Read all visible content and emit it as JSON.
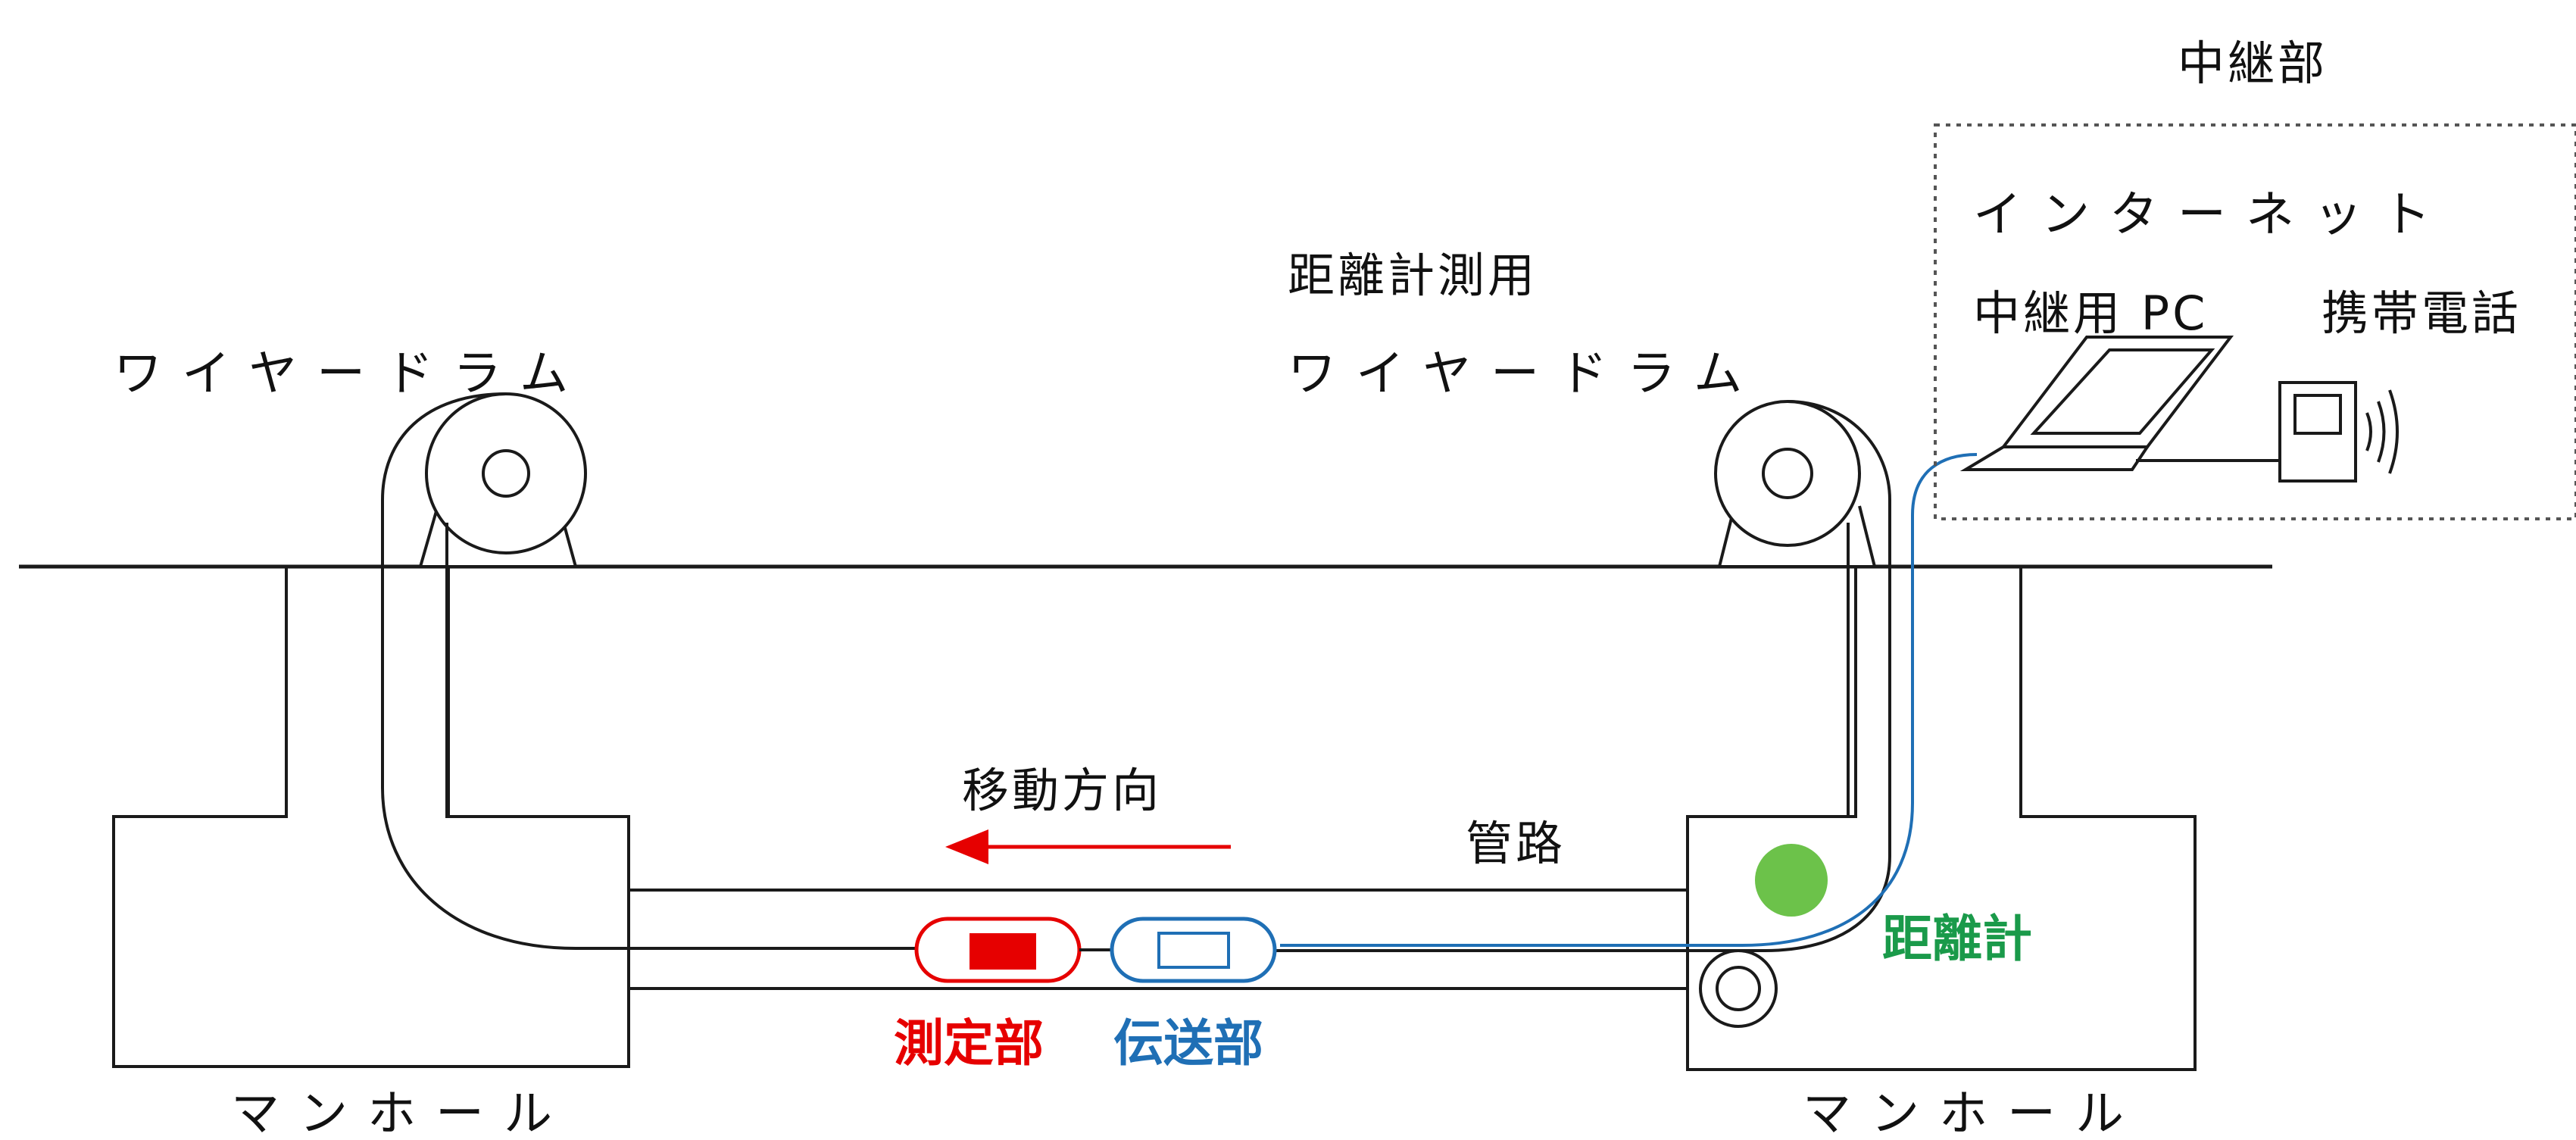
{
  "labels": {
    "wire_drum_left": "ワイヤードラム",
    "distance_drum_line1": "距離計測用",
    "distance_drum_line2": "ワイヤードラム",
    "relay_section": "中継部",
    "internet": "インターネット",
    "relay_pc": "中継用 PC",
    "mobile_phone": "携帯電話",
    "movement_direction": "移動方向",
    "conduit": "管路",
    "distance_meter": "距離計",
    "measurement_unit": "測定部",
    "transmission_unit": "伝送部",
    "manhole_left": "マンホール",
    "manhole_right": "マンホール"
  },
  "colors": {
    "line": "#1a1a1a",
    "measurement": "#e60000",
    "transmission": "#1f6fb5",
    "distance_meter": "#1a9a4a",
    "distance_meter_fill": "#6cc24a",
    "arrow": "#e60000"
  }
}
